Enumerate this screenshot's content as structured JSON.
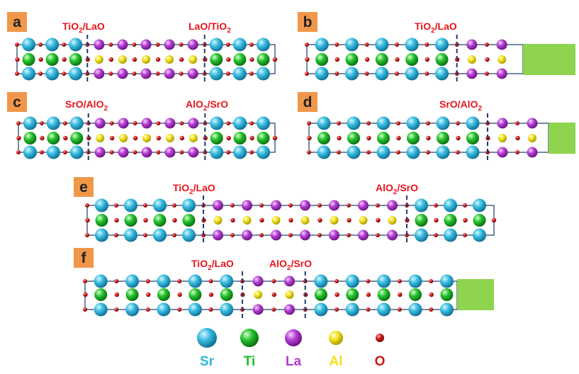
{
  "colors": {
    "Sr": "#2fb7da",
    "Ti": "#1fbf2a",
    "La": "#b33ad2",
    "Al": "#f2e21a",
    "O": "#c91a1a",
    "label_bg": "#f0974a",
    "interface_text": "#e8141b",
    "vacuum": "#8fd44e",
    "cell_border": "#1c3a6e"
  },
  "panels": [
    {
      "label": "a",
      "interfaces": [
        {
          "main": "TiO",
          "sub": "2",
          "rest": "/LaO"
        },
        {
          "main": "LaO/TiO",
          "sub": "2",
          "rest": ""
        }
      ],
      "vacuum": false,
      "layers": [
        "STO",
        "STO",
        "STO",
        "LAO",
        "LAO",
        "LAO",
        "LAO",
        "LAO",
        "STO",
        "STO",
        "STO"
      ]
    },
    {
      "label": "b",
      "interfaces": [
        {
          "main": "TiO",
          "sub": "2",
          "rest": "/LaO"
        }
      ],
      "vacuum": true,
      "layers": [
        "STO",
        "STO",
        "STO",
        "STO",
        "STO",
        "LAO",
        "LAO",
        "LAO",
        "LAO"
      ]
    },
    {
      "label": "c",
      "interfaces": [
        {
          "main": "SrO/AlO",
          "sub": "2",
          "rest": ""
        },
        {
          "main": "AlO",
          "sub": "2",
          "rest": "/SrO"
        }
      ],
      "vacuum": false,
      "layers": [
        "STO",
        "STO",
        "STO",
        "LAO",
        "LAO",
        "LAO",
        "LAO",
        "LAO",
        "STO",
        "STO",
        "STO"
      ]
    },
    {
      "label": "d",
      "interfaces": [
        {
          "main": "SrO/AlO",
          "sub": "2",
          "rest": ""
        }
      ],
      "vacuum": true,
      "layers": [
        "STO",
        "STO",
        "STO",
        "STO",
        "STO",
        "STO",
        "LAO",
        "LAO",
        "LAO"
      ]
    },
    {
      "label": "e",
      "interfaces": [
        {
          "main": "TiO",
          "sub": "2",
          "rest": "/LaO"
        },
        {
          "main": "AlO",
          "sub": "2",
          "rest": "/SrO"
        }
      ],
      "vacuum": false,
      "layers": [
        "STO",
        "STO",
        "STO",
        "STO",
        "LAO",
        "LAO",
        "LAO",
        "LAO",
        "LAO",
        "LAO",
        "LAO",
        "STO",
        "STO",
        "STO"
      ]
    },
    {
      "label": "f",
      "interfaces": [
        {
          "main": "TiO",
          "sub": "2",
          "rest": "/LaO"
        },
        {
          "main": "AlO",
          "sub": "2",
          "rest": "/SrO"
        }
      ],
      "vacuum": true,
      "layers": [
        "STO",
        "STO",
        "STO",
        "STO",
        "STO",
        "LAO",
        "LAO",
        "STO",
        "STO",
        "STO",
        "STO",
        "STO",
        "STO"
      ]
    }
  ],
  "legend": [
    {
      "element": "Sr",
      "label": "Sr"
    },
    {
      "element": "Ti",
      "label": "Ti"
    },
    {
      "element": "La",
      "label": "La"
    },
    {
      "element": "Al",
      "label": "Al"
    },
    {
      "element": "O",
      "label": "O"
    }
  ]
}
